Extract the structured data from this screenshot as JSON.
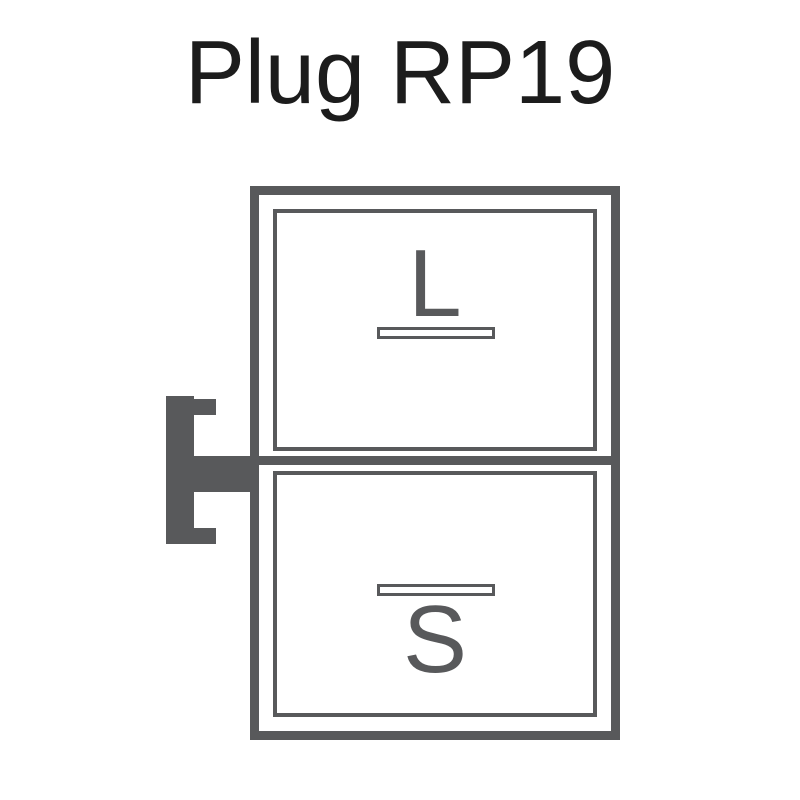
{
  "title": "Plug RP19",
  "diagram": {
    "type": "connector-pinout",
    "terminals": [
      {
        "label": "L",
        "position": "top",
        "pin_bar": "below-letter"
      },
      {
        "label": "S",
        "position": "bottom",
        "pin_bar": "above-letter"
      }
    ],
    "features": {
      "mounting_clip_side": "left",
      "cavity_count": 2
    },
    "colors": {
      "outline": "#58595b",
      "title_text": "#1c1c1c",
      "background": "#ffffff"
    }
  }
}
